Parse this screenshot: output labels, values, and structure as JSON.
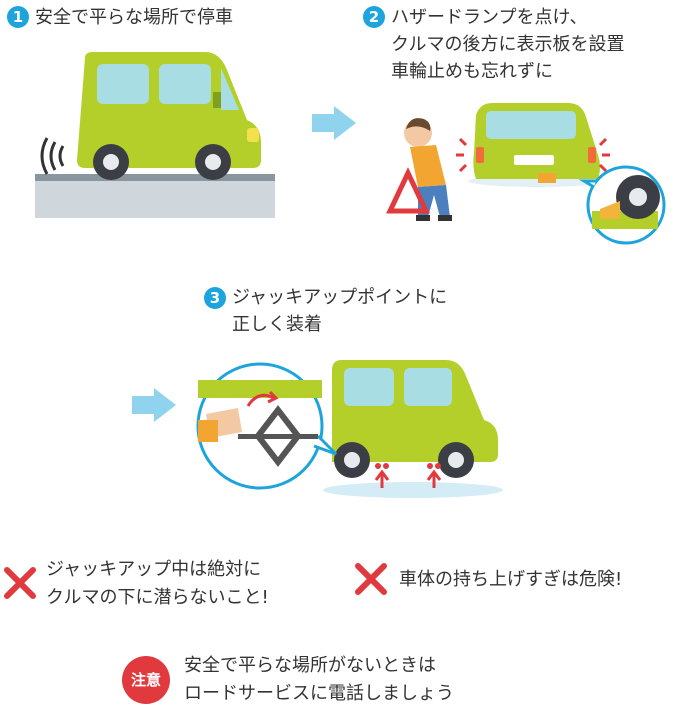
{
  "steps": [
    {
      "number": "1",
      "text": "安全で平らな場所で停車"
    },
    {
      "number": "2",
      "lines": [
        "ハザードランプを点け、",
        "クルマの後方に表示板を設置",
        "車輪止めも忘れずに"
      ]
    },
    {
      "number": "3",
      "lines": [
        "ジャッキアップポイントに",
        "正しく装着"
      ]
    }
  ],
  "warnings": [
    {
      "lines": [
        "ジャッキアップ中は絶対に",
        "クルマの下に潜らないこと!"
      ]
    },
    {
      "lines": [
        "車体の持ち上げすぎは危険!"
      ]
    }
  ],
  "note": {
    "badge": "注意",
    "lines": [
      "安全で平らな場所がないときは",
      "ロードサービスに電話しましょう"
    ]
  },
  "colors": {
    "step_number": "#1da4dc",
    "arrow": "#8fd3ee",
    "car_body": "#b5cf2a",
    "car_window": "#a8dde4",
    "warning_x": "#e03a3e",
    "note_badge": "#e03a3e",
    "ground": "#cfd7dd"
  },
  "icons": [
    "blue-arrow-icon",
    "red-x-icon",
    "warning-triangle-icon",
    "wheel-chock-icon",
    "jack-icon"
  ]
}
